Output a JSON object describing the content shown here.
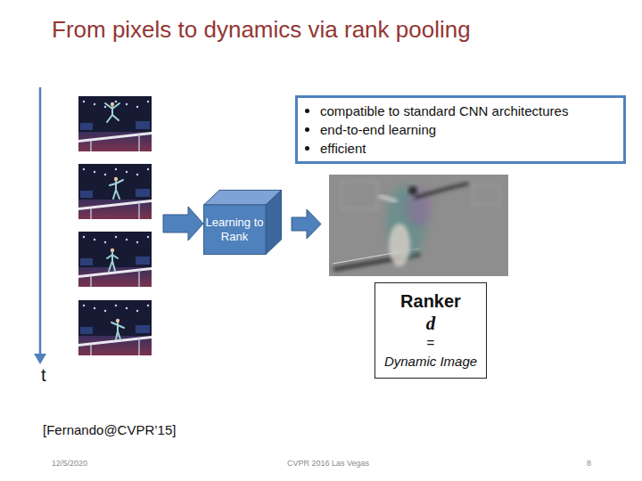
{
  "diagram": {
    "title": "From pixels to dynamics via rank pooling",
    "nodes": [
      {
        "text": [
          "compatible to standard CNN architectures",
          "end-to-end learning",
          "efficient"
        ]
      },
      {
        "text": [
          "Learning to Rank"
        ]
      },
      {
        "text": [
          "Ranker",
          "d",
          "=",
          "Dynamic Image"
        ]
      }
    ],
    "labels": [
      "t",
      "[Fernando@CVPR’15]",
      "12/5/2020",
      "CVPR 2016 Las Vegas",
      "8"
    ]
  }
}
